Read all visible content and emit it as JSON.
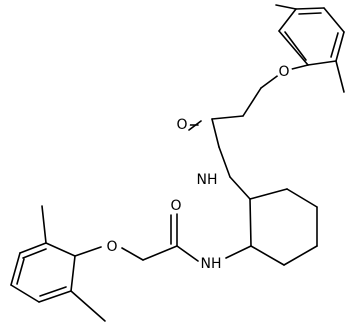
{
  "molecule": {
    "atom_labels": {
      "o_ether_top": "O",
      "o_carbonyl_top": "O",
      "nh_top": "NH",
      "o_carbonyl_bottom": "O",
      "o_ether_bottom": "O",
      "nh_bottom": "NH"
    }
  }
}
